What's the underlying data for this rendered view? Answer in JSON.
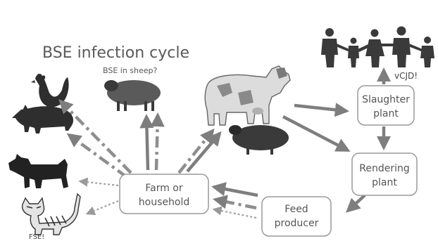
{
  "title": "BSE infection cycle",
  "labels": {
    "bse_in_sheep": "BSE in sheep?",
    "vcjd": "vCJD!",
    "fse": "FSE!"
  },
  "nodes": {
    "slaughter": {
      "line1": "Slaughter",
      "line2": "plant"
    },
    "rendering": {
      "line1": "Rendering",
      "line2": "plant"
    },
    "feed": {
      "line1": "Feed",
      "line2": "producer"
    },
    "farm": {
      "line1": "Farm or",
      "line2": "household"
    }
  },
  "animals": [
    "chicken",
    "pig",
    "sheep",
    "dog",
    "cat",
    "cow",
    "sheep-lying",
    "family"
  ],
  "colors": {
    "arrow": "#808080",
    "animal_dark": "#2e2e2e",
    "sheep": "#555555",
    "box_border": "#9a9a9a",
    "text": "#555555"
  }
}
